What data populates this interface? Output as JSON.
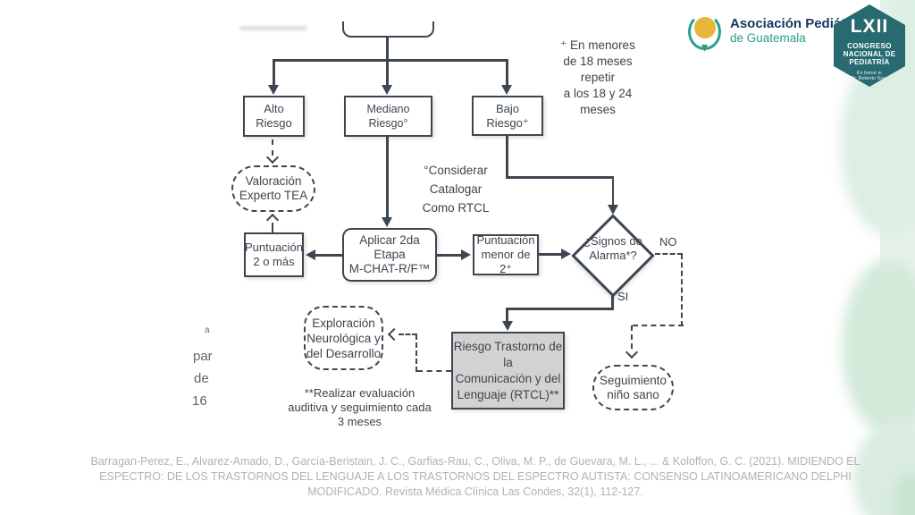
{
  "colors": {
    "line": "#3e464f",
    "text": "#3d454e",
    "gray_box_fill": "#d2d2d2",
    "citation_gray": "#b2b2b2",
    "apg_navy": "#14365f",
    "apg_teal": "#2a9d8f",
    "apg_yellow": "#e9b63c",
    "hex_teal": "#276b71",
    "watercolor_mint": "#e7f2ea"
  },
  "header": {
    "apg_logo": {
      "name_line1": "Asociación Pediátrica",
      "name_line2": "de Guatemala"
    },
    "congress_badge": {
      "roman": "LXII",
      "line1": "CONGRESO",
      "line2": "NACIONAL DE",
      "line3": "PEDIATRÍA",
      "honor_line1": "En honor a:",
      "honor_line2": "Dr. Roberto Sosa"
    }
  },
  "flowchart": {
    "nodes": {
      "alto_riesgo": "Alto Riesgo",
      "mediano_riesgo": "Mediano Riesgo°",
      "bajo_riesgo": "Bajo Riesgo⁺",
      "valoracion": "Valoración\nExperto TEA",
      "puntuacion_2_mas": "Puntuación\n2 o más",
      "aplicar_2da": "Aplicar 2da Etapa\nM-CHAT-R/F™",
      "puntuacion_menor": "Puntuación\nmenor de 2⁺",
      "signos_alarma": "¿Signos de\nAlarma*?",
      "riesgo_rtcl": "Riesgo Trastorno de la\nComunicación y del\nLenguaje (RTCL)**",
      "exploracion": "Exploración\nNeurológica y\ndel Desarrollo",
      "seguimiento": "Seguimiento\nniño sano"
    },
    "branch_labels": {
      "no": "NO",
      "si": "SI"
    },
    "notes": {
      "en_menores": "⁺ En menores\nde 18 meses\nrepetir\na los 18 y 24\nmeses",
      "considerar": "°Considerar\nCatalogar\nComo RTCL",
      "realizar": "**Realizar evaluación\nauditiva y seguimiento cada\n3 meses"
    }
  },
  "stray_text": {
    "fragment_a": "a",
    "fragment_par": "par",
    "fragment_de": "de",
    "fragment_16": "16"
  },
  "citation": "Barragan-Perez, E., Alvarez-Amado, D., García-Beristain, J. C., Garfias-Rau, C., Oliva, M. P., de Guevara, M. L., ... & Koloffon, G. C. (2021). MIDIENDO EL\nESPECTRO: DE LOS TRASTORNOS DEL LENGUAJE A LOS TRASTORNOS DEL ESPECTRO AUTISTA: CONSENSO LATINOAMERICANO DELPHI\nMODIFICADO. Revista Médica Clínica Las Condes, 32(1), 112-127."
}
